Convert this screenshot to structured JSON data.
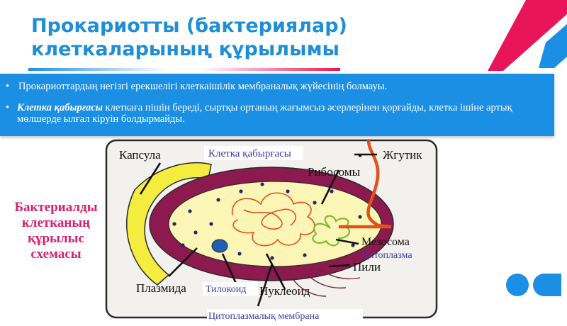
{
  "title": {
    "line1": "Прокариотты (бактериялар)",
    "line2": "клеткаларының құрылымы"
  },
  "bullets": [
    {
      "bold": "",
      "text": "Прокариоттардың негізгі ерекшелігі клеткаішілік мембраналық жүйесінің болмауы."
    },
    {
      "bold": "Клетка қабырғасы",
      "text": " клеткаға пішін береді,  сыртқы ортаның жағымсыз әсерлерінен қорғайды,  клетка ішіне артық мөлшерде ылғал кіруін болдырмайды."
    }
  ],
  "side_label": {
    "line1": "Бактериалды",
    "line2": "клетканың",
    "line3": "құрылыс",
    "line4": "схемасы"
  },
  "diagram": {
    "labels": {
      "capsule": "Капсула",
      "cell_wall": "Клетка қабырғасы",
      "flagellum": "Жгутик",
      "ribosomes": "Рибосомы",
      "mesosome": "Мезосома",
      "cytoplasm": "Цитоплазма",
      "pili": "Пили",
      "plasmid": "Плазмида",
      "thylakoid": "Тилокоид",
      "nucleoid": "Нуклеоид",
      "membrane": "Цитоплазмалық мембрана"
    },
    "colors": {
      "capsule": "#f4ec3f",
      "cell_wall": "#8c1a4e",
      "cytoplasm_fill": "#fbf6b5",
      "flagellum": "#e0511c",
      "nucleoid": "#e0511c",
      "mesosome": "#7dbb31",
      "ribosome": "#2a2470",
      "thylakoid": "#1f5fb3",
      "label_blue": "#3a3da8"
    }
  },
  "brand": {
    "accent_pink": "#e8155a",
    "accent_blue": "#1a8fe3"
  }
}
